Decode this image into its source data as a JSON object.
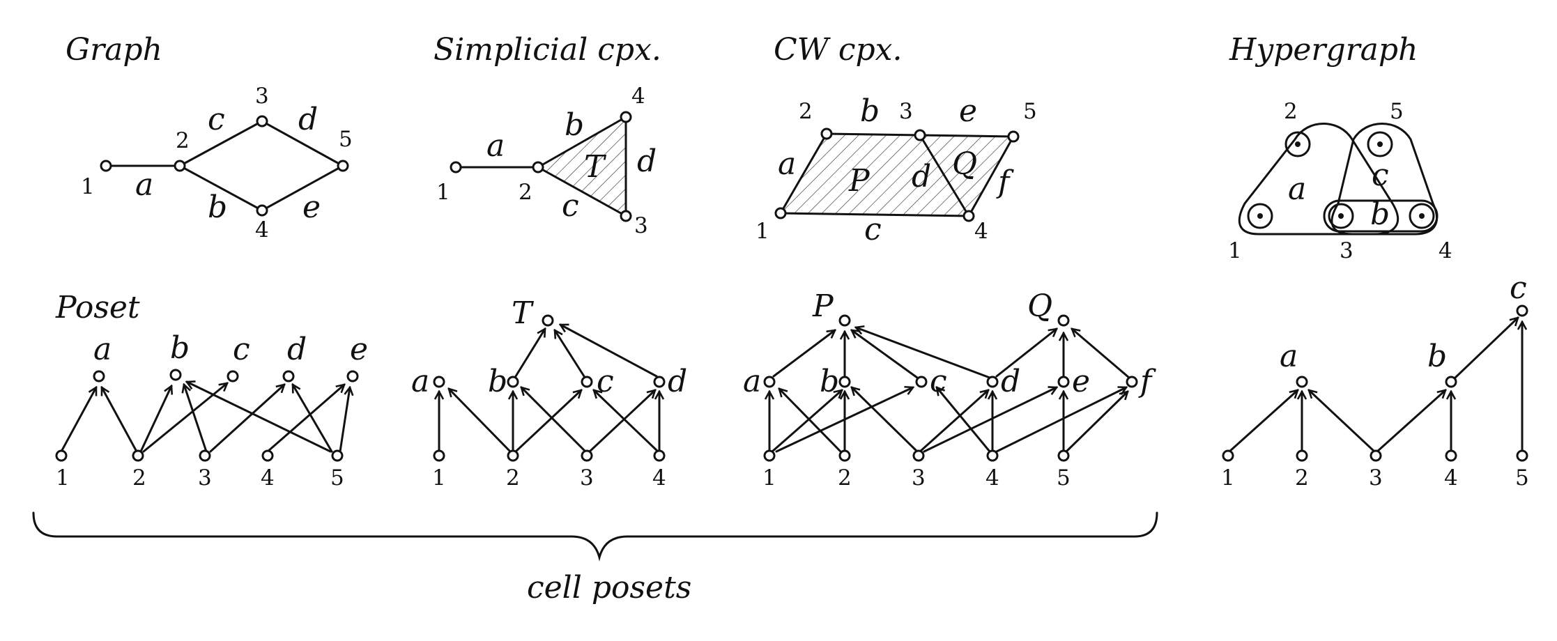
{
  "panels": {
    "graph": {
      "title": "Graph",
      "vertices": [
        "1",
        "2",
        "3",
        "4",
        "5"
      ],
      "edges": [
        "a",
        "b",
        "c",
        "d",
        "e"
      ]
    },
    "simplicial": {
      "title": "Simplicial cpx.",
      "vertices": [
        "1",
        "2",
        "3",
        "4"
      ],
      "edges": [
        "a",
        "b",
        "c",
        "d"
      ],
      "faces": [
        "T"
      ]
    },
    "cw": {
      "title": "CW cpx.",
      "vertices": [
        "1",
        "2",
        "3",
        "4",
        "5"
      ],
      "edges": [
        "a",
        "b",
        "c",
        "d",
        "e",
        "f"
      ],
      "faces": [
        "P",
        "Q"
      ]
    },
    "hypergraph": {
      "title": "Hypergraph",
      "vertices": [
        "1",
        "2",
        "3",
        "4",
        "5"
      ],
      "hyperedges": [
        "a",
        "b",
        "c"
      ]
    }
  },
  "posets": {
    "graph": {
      "title": "Poset",
      "bottom": [
        "1",
        "2",
        "3",
        "4",
        "5"
      ],
      "top": [
        "a",
        "b",
        "c",
        "d",
        "e"
      ]
    },
    "simplicial": {
      "bottom": [
        "1",
        "2",
        "3",
        "4"
      ],
      "middle": [
        "a",
        "b",
        "c",
        "d"
      ],
      "top": [
        "T"
      ]
    },
    "cw": {
      "bottom": [
        "1",
        "2",
        "3",
        "4",
        "5"
      ],
      "middle": [
        "a",
        "b",
        "c",
        "d",
        "e",
        "f"
      ],
      "top": [
        "P",
        "Q"
      ]
    },
    "hypergraph": {
      "bottom": [
        "1",
        "2",
        "3",
        "4",
        "5"
      ],
      "middle": [
        "a",
        "b"
      ],
      "top": [
        "c"
      ]
    }
  },
  "brace": {
    "label": "cell posets"
  }
}
